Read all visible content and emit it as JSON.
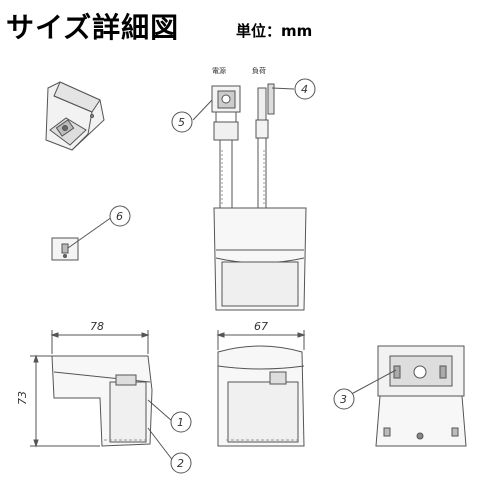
{
  "header": {
    "title": "サイズ詳細図",
    "unit": "単位：mm"
  },
  "labels": {
    "power": "電源",
    "load": "負荷"
  },
  "dimensions": {
    "width_side": "78",
    "width_front": "67",
    "height": "73"
  },
  "callouts": [
    "1",
    "2",
    "3",
    "4",
    "5",
    "6"
  ]
}
